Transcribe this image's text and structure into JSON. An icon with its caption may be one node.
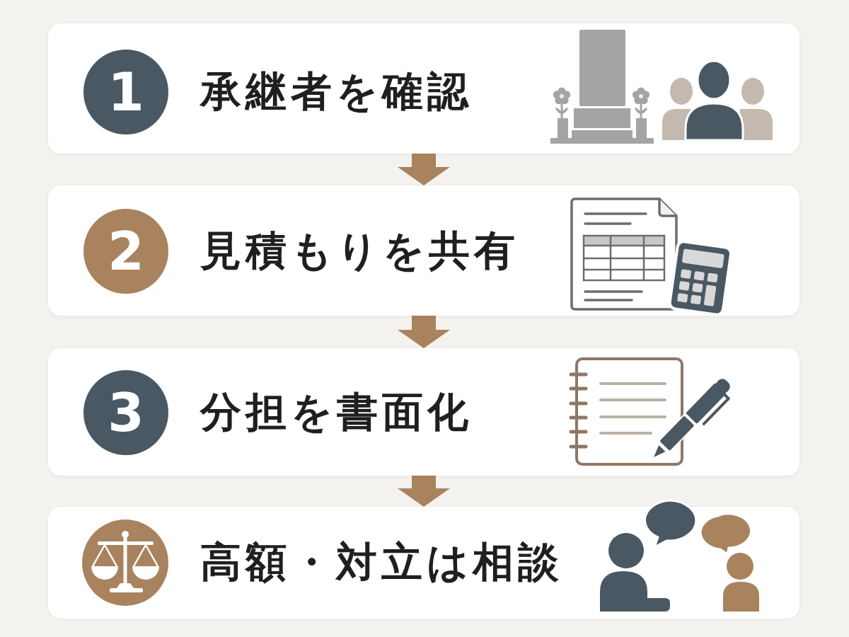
{
  "diagram": {
    "nodes": [
      {
        "text": [
          "承継者を確認"
        ]
      },
      {
        "text": [
          "1"
        ],
        "in": 0
      },
      {
        "text": [
          "見積もりを共有"
        ]
      },
      {
        "text": [
          "2"
        ],
        "in": 2
      },
      {
        "text": [
          "分担を書面化"
        ]
      },
      {
        "text": [
          "3"
        ],
        "in": 4
      },
      {
        "text": [
          "高額・対立は相談"
        ]
      },
      {
        "text": [],
        "shape": "circle",
        "in": 6
      }
    ],
    "edges": [
      {
        "from": 0,
        "to": 2,
        "arrow": "to"
      },
      {
        "from": 2,
        "to": 4,
        "arrow": "to"
      },
      {
        "from": 4,
        "to": 6,
        "arrow": "to"
      }
    ]
  }
}
